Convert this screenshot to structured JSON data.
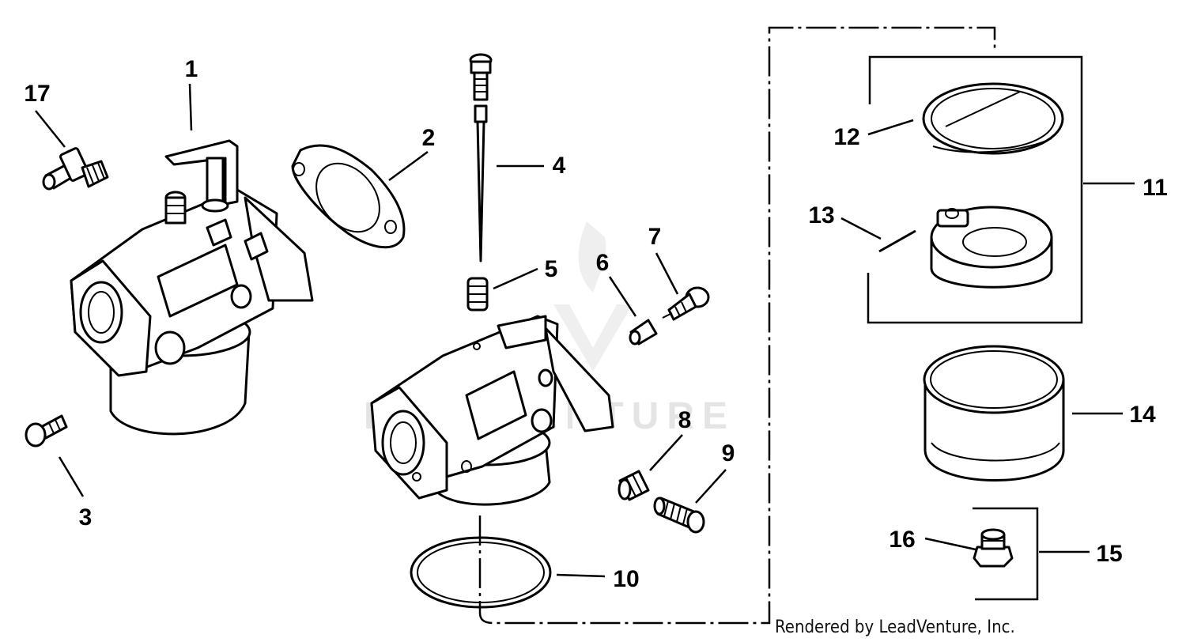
{
  "callouts": {
    "c1": "1",
    "c2": "2",
    "c3": "3",
    "c4": "4",
    "c5": "5",
    "c6": "6",
    "c7": "7",
    "c8": "8",
    "c9": "9",
    "c10": "10",
    "c11": "11",
    "c12": "12",
    "c13": "13",
    "c14": "14",
    "c15": "15",
    "c16": "16",
    "c17": "17"
  },
  "watermark": "LEADVENTURE",
  "credit": "Rendered by LeadVenture, Inc."
}
